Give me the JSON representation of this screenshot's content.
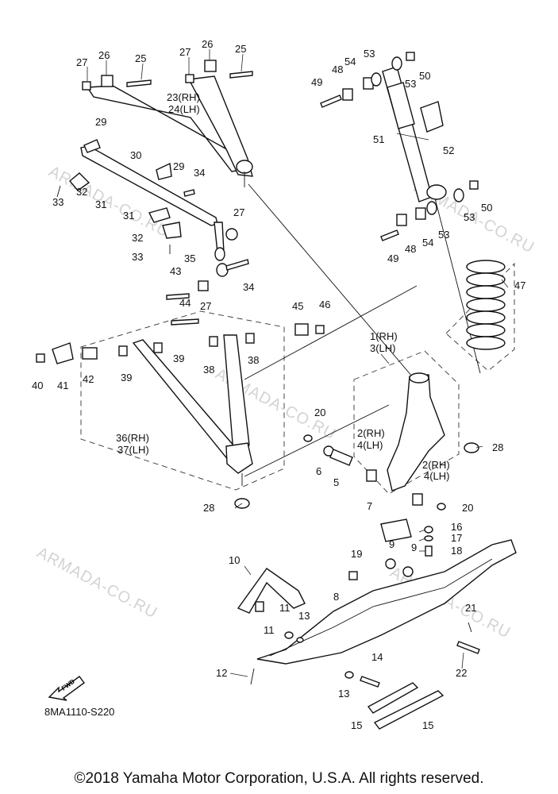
{
  "diagram": {
    "code": "8MA1110-S220",
    "copyright": "©2018 Yamaha Motor Corporation, U.S.A. All rights reserved.",
    "watermark": "ARMADA-CO.RU",
    "fwd_label": "FWD"
  },
  "callouts": [
    {
      "id": "c27a",
      "text": "27"
    },
    {
      "id": "c26a",
      "text": "26"
    },
    {
      "id": "c25a",
      "text": "25"
    },
    {
      "id": "c27b",
      "text": "27"
    },
    {
      "id": "c26b",
      "text": "26"
    },
    {
      "id": "c25b",
      "text": "25"
    },
    {
      "id": "c23",
      "text": "23(RH)"
    },
    {
      "id": "c24",
      "text": "24(LH)"
    },
    {
      "id": "c29a",
      "text": "29"
    },
    {
      "id": "c30",
      "text": "30"
    },
    {
      "id": "c29b",
      "text": "29"
    },
    {
      "id": "c34a",
      "text": "34"
    },
    {
      "id": "c31a",
      "text": "31"
    },
    {
      "id": "c32a",
      "text": "32"
    },
    {
      "id": "c33a",
      "text": "33"
    },
    {
      "id": "c31b",
      "text": "31"
    },
    {
      "id": "c27c",
      "text": "27"
    },
    {
      "id": "c32b",
      "text": "32"
    },
    {
      "id": "c33b",
      "text": "33"
    },
    {
      "id": "c35",
      "text": "35"
    },
    {
      "id": "c34b",
      "text": "34"
    },
    {
      "id": "c43",
      "text": "43"
    },
    {
      "id": "c44",
      "text": "44"
    },
    {
      "id": "c27d",
      "text": "27"
    },
    {
      "id": "c45",
      "text": "45"
    },
    {
      "id": "c46",
      "text": "46"
    },
    {
      "id": "c40",
      "text": "40"
    },
    {
      "id": "c41",
      "text": "41"
    },
    {
      "id": "c42",
      "text": "42"
    },
    {
      "id": "c39a",
      "text": "39"
    },
    {
      "id": "c39b",
      "text": "39"
    },
    {
      "id": "c38a",
      "text": "38"
    },
    {
      "id": "c38b",
      "text": "38"
    },
    {
      "id": "c36",
      "text": "36(RH)"
    },
    {
      "id": "c37",
      "text": "37(LH)"
    },
    {
      "id": "c28a",
      "text": "28"
    },
    {
      "id": "c49a",
      "text": "49"
    },
    {
      "id": "c48a",
      "text": "48"
    },
    {
      "id": "c54a",
      "text": "54"
    },
    {
      "id": "c53a",
      "text": "53"
    },
    {
      "id": "c53b",
      "text": "53"
    },
    {
      "id": "c50a",
      "text": "50"
    },
    {
      "id": "c51",
      "text": "51"
    },
    {
      "id": "c52",
      "text": "52"
    },
    {
      "id": "c50b",
      "text": "50"
    },
    {
      "id": "c53c",
      "text": "53"
    },
    {
      "id": "c53d",
      "text": "53"
    },
    {
      "id": "c54b",
      "text": "54"
    },
    {
      "id": "c48b",
      "text": "48"
    },
    {
      "id": "c49b",
      "text": "49"
    },
    {
      "id": "c47",
      "text": "47"
    },
    {
      "id": "c1",
      "text": "1(RH)"
    },
    {
      "id": "c3",
      "text": "3(LH)"
    },
    {
      "id": "c20a",
      "text": "20"
    },
    {
      "id": "c2a",
      "text": "2(RH)"
    },
    {
      "id": "c4a",
      "text": "4(LH)"
    },
    {
      "id": "c28b",
      "text": "28"
    },
    {
      "id": "c6",
      "text": "6"
    },
    {
      "id": "c5",
      "text": "5"
    },
    {
      "id": "c2b",
      "text": "2(RH)"
    },
    {
      "id": "c4b",
      "text": "4(LH)"
    },
    {
      "id": "c20b",
      "text": "20"
    },
    {
      "id": "c7",
      "text": "7"
    },
    {
      "id": "c16",
      "text": "16"
    },
    {
      "id": "c17",
      "text": "17"
    },
    {
      "id": "c18",
      "text": "18"
    },
    {
      "id": "c19",
      "text": "19"
    },
    {
      "id": "c9a",
      "text": "9"
    },
    {
      "id": "c9b",
      "text": "9"
    },
    {
      "id": "c10",
      "text": "10"
    },
    {
      "id": "c8",
      "text": "8"
    },
    {
      "id": "c11a",
      "text": "11"
    },
    {
      "id": "c11b",
      "text": "11"
    },
    {
      "id": "c13a",
      "text": "13"
    },
    {
      "id": "c21",
      "text": "21"
    },
    {
      "id": "c12",
      "text": "12"
    },
    {
      "id": "c14",
      "text": "14"
    },
    {
      "id": "c22",
      "text": "22"
    },
    {
      "id": "c13b",
      "text": "13"
    },
    {
      "id": "c15a",
      "text": "15"
    },
    {
      "id": "c15b",
      "text": "15"
    }
  ]
}
